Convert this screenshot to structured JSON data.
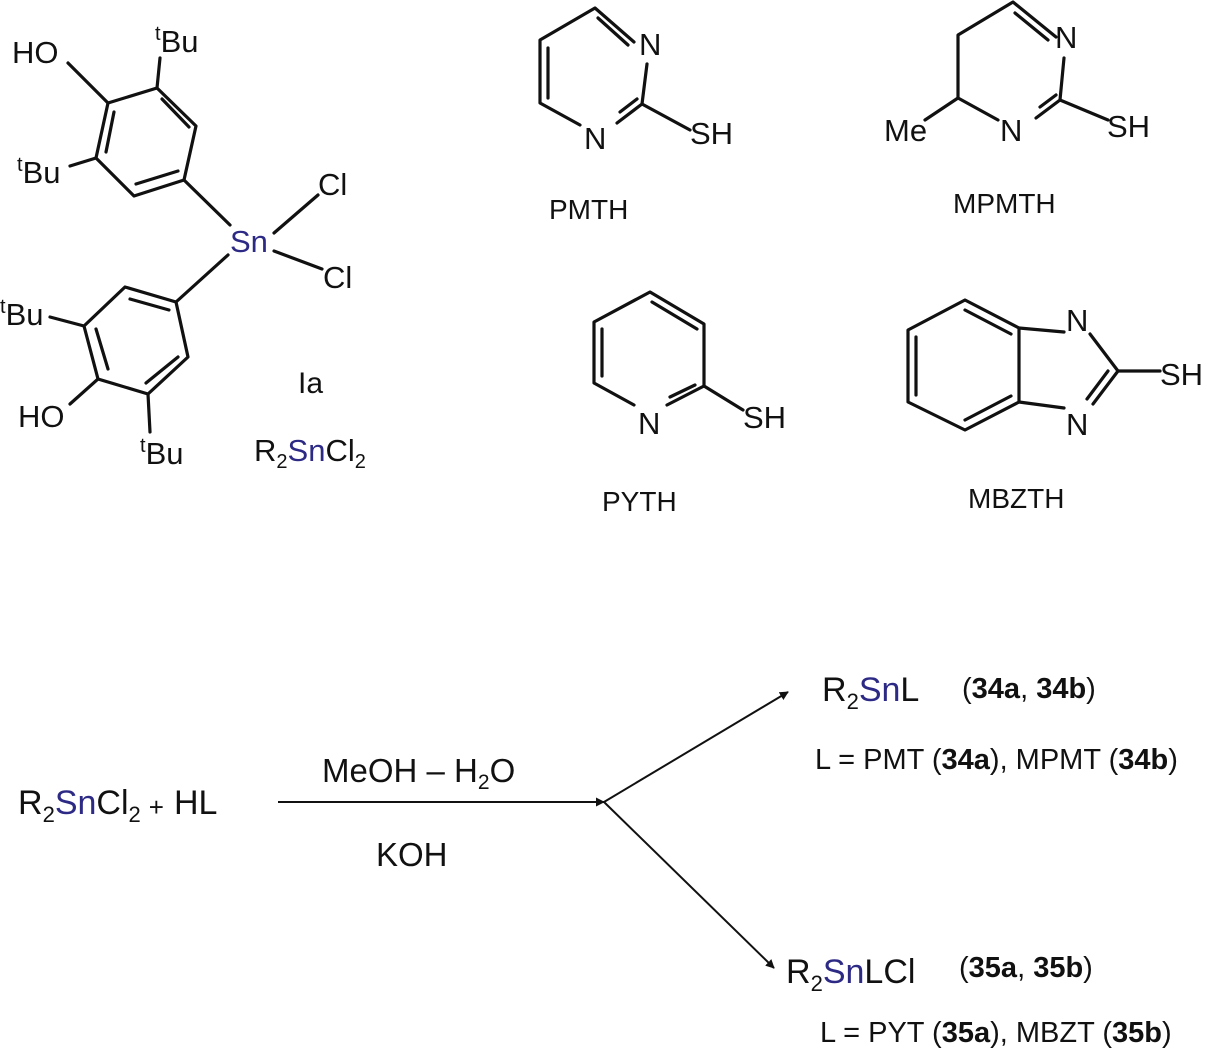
{
  "reagent_structure": {
    "substituents": {
      "ho": "HO",
      "tbu_t": "t",
      "tbu_bu": "Bu",
      "cl": "Cl",
      "sn": "Sn"
    },
    "label": "Ia",
    "formula": {
      "r": "R",
      "sub2": "2",
      "sn": "Sn",
      "cl": "Cl"
    }
  },
  "ligands": {
    "pmth": {
      "name": "PMTH",
      "n": "N",
      "sh": "SH"
    },
    "mpmth": {
      "name": "MPMTH",
      "n": "N",
      "sh": "SH",
      "me": "Me"
    },
    "pyth": {
      "name": "PYTH",
      "n": "N",
      "sh": "SH"
    },
    "mbzth": {
      "name": "MBZTH",
      "n": "N",
      "sh": "SH"
    }
  },
  "reaction": {
    "reactants": {
      "r": "R",
      "sub2": "2",
      "sn": "Sn",
      "cl": "Cl",
      "plus": "+",
      "hl": "HL"
    },
    "conditions": {
      "solvent_a": "MeOH – H",
      "solvent_sub": "2",
      "solvent_b": "O",
      "base": "KOH"
    },
    "product_1": {
      "formula_r": "R",
      "formula_sub": "2",
      "formula_sn": "Sn",
      "formula_rest": "L",
      "codes": {
        "open": "(",
        "a": "34a",
        "sep": ", ",
        "b": "34b",
        "close": ")"
      },
      "definition": {
        "prefix": "L = PMT (",
        "a": "34a",
        "mid": "), MPMT (",
        "b": "34b",
        "suffix": ")"
      }
    },
    "product_2": {
      "formula_r": "R",
      "formula_sub": "2",
      "formula_sn": "Sn",
      "formula_rest": "LCl",
      "codes": {
        "open": "(",
        "a": "35a",
        "sep": ", ",
        "b": "35b",
        "close": ")"
      },
      "definition": {
        "prefix": "L = PYT (",
        "a": "35a",
        "mid": "), MBZT (",
        "b": "35b",
        "suffix": ")"
      }
    }
  },
  "colors": {
    "ink": "#111111",
    "tin": "#2d2a85",
    "background": "#ffffff"
  }
}
